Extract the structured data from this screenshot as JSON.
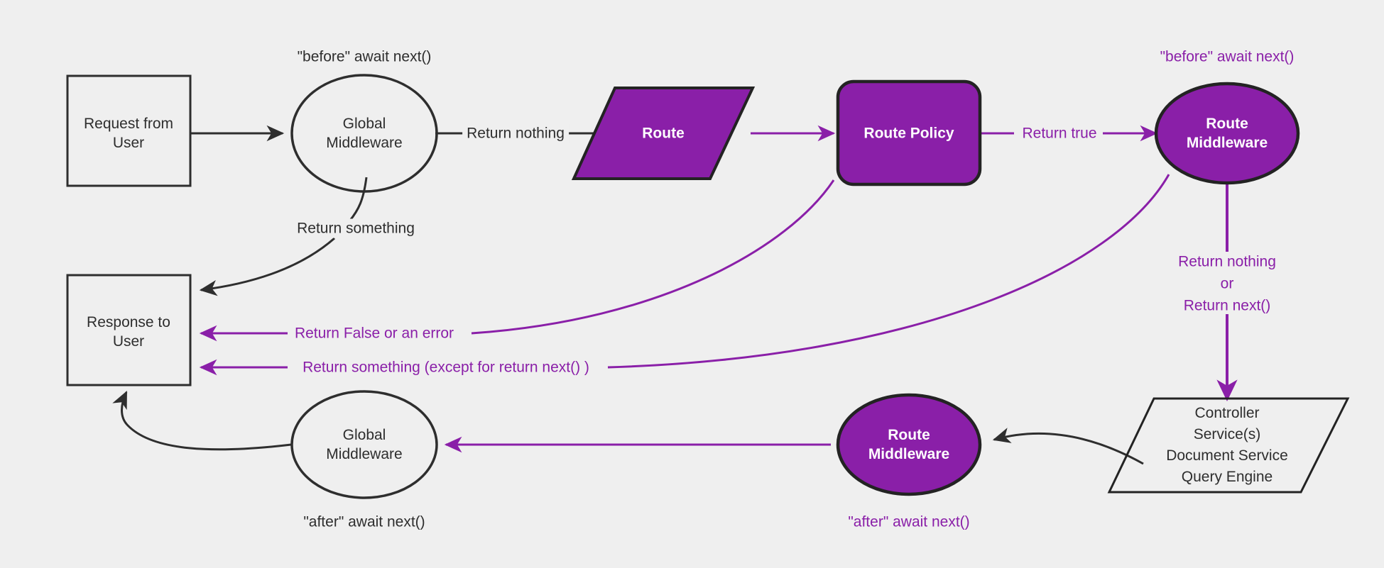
{
  "meta": {
    "title": "Request / Middleware lifecycle flow diagram",
    "background_color": "#efefef",
    "accent_purple": "#8A1FA8",
    "stroke_dark": "#2e2e2e",
    "text_dark": "#2e2e2e",
    "text_white": "#ffffff"
  },
  "nodes": {
    "request_from_user": {
      "label": "Request from\nUser",
      "shape": "rectangle",
      "fill": "none",
      "text_color": "#2e2e2e"
    },
    "global_middleware_top": {
      "label": "Global\nMiddleware",
      "shape": "ellipse",
      "fill": "none",
      "text_color": "#2e2e2e"
    },
    "route": {
      "label": "Route",
      "shape": "parallelogram",
      "fill": "#8A1FA8",
      "text_color": "#ffffff"
    },
    "route_policy": {
      "label": "Route Policy",
      "shape": "rounded-rectangle",
      "fill": "#8A1FA8",
      "text_color": "#ffffff"
    },
    "route_middleware_top": {
      "label": "Route\nMiddleware",
      "shape": "ellipse",
      "fill": "#8A1FA8",
      "text_color": "#ffffff"
    },
    "controller_stack": {
      "label": "Controller\nService(s)\nDocument Service\nQuery Engine",
      "shape": "parallelogram",
      "fill": "none",
      "text_color": "#2e2e2e"
    },
    "route_middleware_bottom": {
      "label": "Route\nMiddleware",
      "shape": "ellipse",
      "fill": "#8A1FA8",
      "text_color": "#ffffff"
    },
    "global_middleware_bottom": {
      "label": "Global\nMiddleware",
      "shape": "ellipse",
      "fill": "none",
      "text_color": "#2e2e2e"
    },
    "response_to_user": {
      "label": "Response to\nUser",
      "shape": "rectangle",
      "fill": "none",
      "text_color": "#2e2e2e"
    }
  },
  "annotations": {
    "before_await_next_global": {
      "text": "\"before\" await next()",
      "color": "#2e2e2e"
    },
    "before_await_next_route": {
      "text": "\"before\" await next()",
      "color": "#8A1FA8"
    },
    "after_await_next_global": {
      "text": "\"after\" await next()",
      "color": "#2e2e2e"
    },
    "after_await_next_route": {
      "text": "\"after\" await next()",
      "color": "#8A1FA8"
    }
  },
  "edge_labels": {
    "return_nothing": {
      "text": "Return nothing",
      "color": "#2e2e2e"
    },
    "return_something": {
      "text": "Return something",
      "color": "#2e2e2e"
    },
    "return_true": {
      "text": "Return true",
      "color": "#8A1FA8"
    },
    "return_false_or_error": {
      "text": "Return False or an error",
      "color": "#8A1FA8"
    },
    "return_something_except": {
      "text": "Return something (except for return next() )",
      "color": "#8A1FA8"
    },
    "return_nothing_or_next": {
      "text": "Return nothing\nor\nReturn next()",
      "color": "#8A1FA8"
    }
  }
}
